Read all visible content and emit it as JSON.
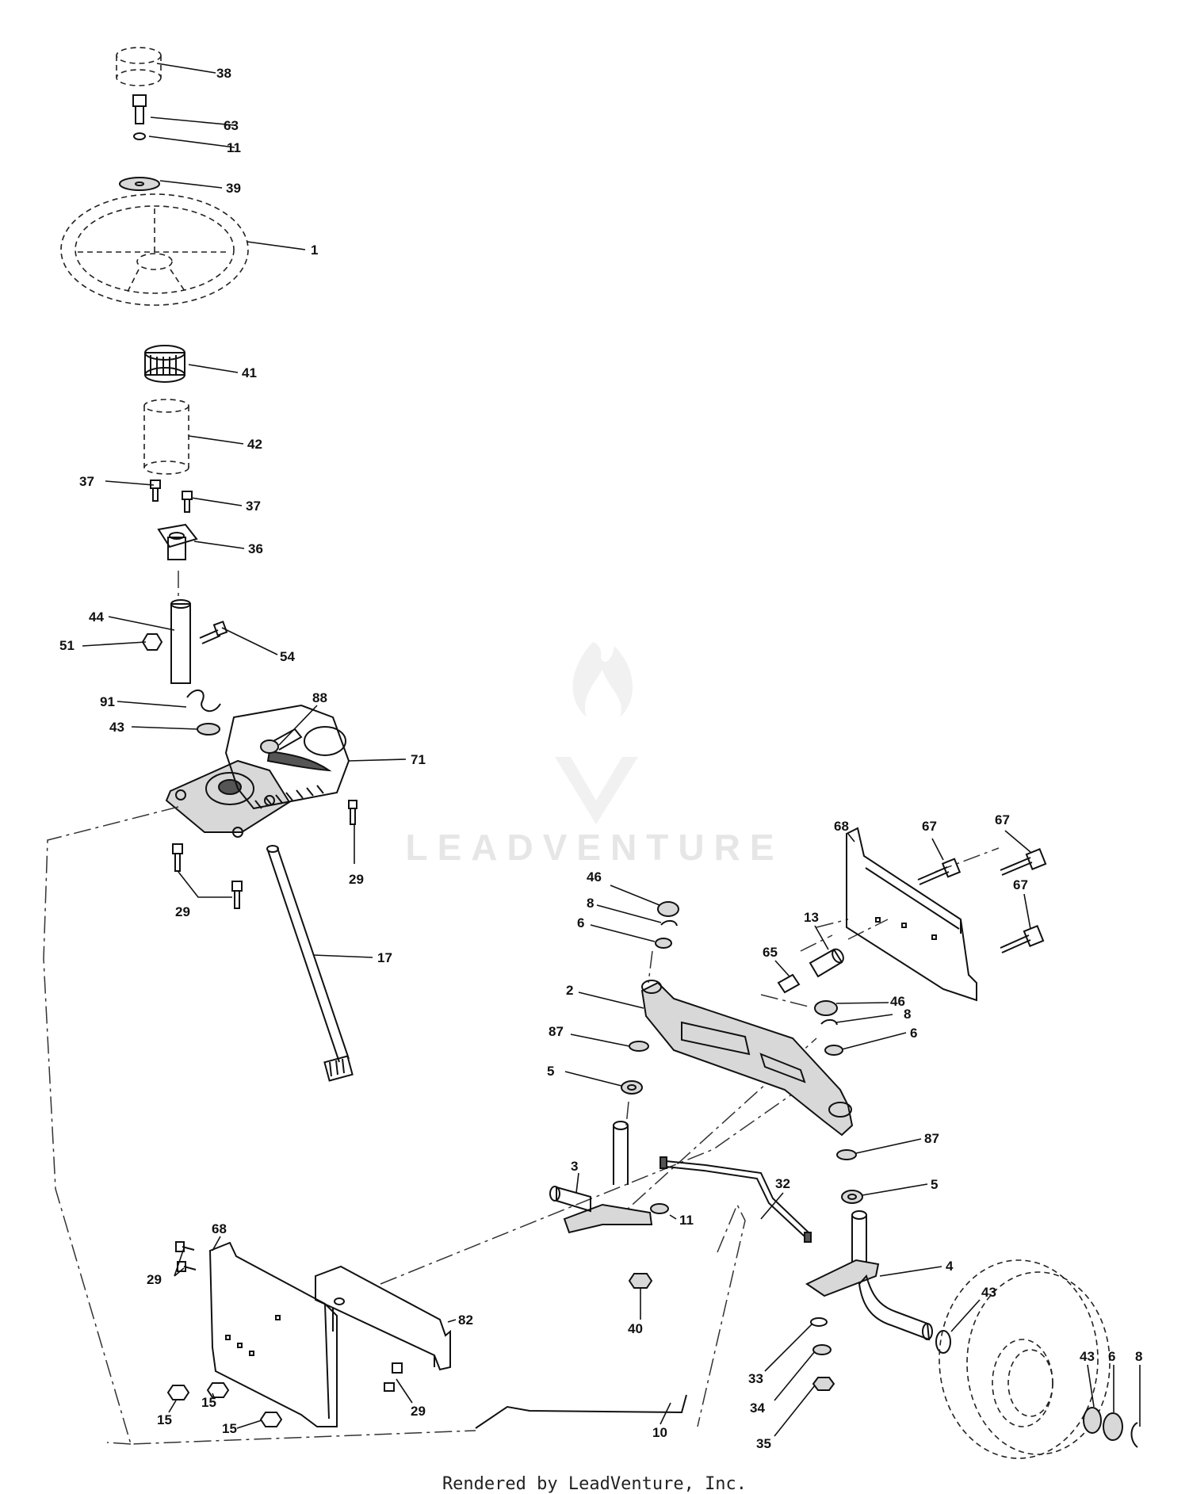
{
  "watermark": {
    "text": "LEADVENTURE"
  },
  "footer": {
    "text": "Rendered by LeadVenture, Inc."
  },
  "callouts": [
    {
      "id": "c38",
      "text": "38"
    },
    {
      "id": "c63",
      "text": "63"
    },
    {
      "id": "c11a",
      "text": "11"
    },
    {
      "id": "c39",
      "text": "39"
    },
    {
      "id": "c1",
      "text": "1"
    },
    {
      "id": "c41",
      "text": "41"
    },
    {
      "id": "c42",
      "text": "42"
    },
    {
      "id": "c37a",
      "text": "37"
    },
    {
      "id": "c37b",
      "text": "37"
    },
    {
      "id": "c36",
      "text": "36"
    },
    {
      "id": "c44",
      "text": "44"
    },
    {
      "id": "c51",
      "text": "51"
    },
    {
      "id": "c54",
      "text": "54"
    },
    {
      "id": "c91",
      "text": "91"
    },
    {
      "id": "c88",
      "text": "88"
    },
    {
      "id": "c43a",
      "text": "43"
    },
    {
      "id": "c71",
      "text": "71"
    },
    {
      "id": "c29a",
      "text": "29"
    },
    {
      "id": "c29b",
      "text": "29"
    },
    {
      "id": "c17",
      "text": "17"
    },
    {
      "id": "c68a",
      "text": "68"
    },
    {
      "id": "c67a",
      "text": "67"
    },
    {
      "id": "c67b",
      "text": "67"
    },
    {
      "id": "c67c",
      "text": "67"
    },
    {
      "id": "c46a",
      "text": "46"
    },
    {
      "id": "c8a",
      "text": "8"
    },
    {
      "id": "c6a",
      "text": "6"
    },
    {
      "id": "c13",
      "text": "13"
    },
    {
      "id": "c65",
      "text": "65"
    },
    {
      "id": "c2",
      "text": "2"
    },
    {
      "id": "c46b",
      "text": "46"
    },
    {
      "id": "c8b",
      "text": "8"
    },
    {
      "id": "c6b",
      "text": "6"
    },
    {
      "id": "c87a",
      "text": "87"
    },
    {
      "id": "c5a",
      "text": "5"
    },
    {
      "id": "c87b",
      "text": "87"
    },
    {
      "id": "c3",
      "text": "3"
    },
    {
      "id": "c32",
      "text": "32"
    },
    {
      "id": "c5b",
      "text": "5"
    },
    {
      "id": "c11b",
      "text": "11"
    },
    {
      "id": "c68b",
      "text": "68"
    },
    {
      "id": "c29c",
      "text": "29"
    },
    {
      "id": "c4",
      "text": "4"
    },
    {
      "id": "c43b",
      "text": "43"
    },
    {
      "id": "c82",
      "text": "82"
    },
    {
      "id": "c40",
      "text": "40"
    },
    {
      "id": "c43c",
      "text": "43"
    },
    {
      "id": "c6c",
      "text": "6"
    },
    {
      "id": "c8c",
      "text": "8"
    },
    {
      "id": "c33",
      "text": "33"
    },
    {
      "id": "c15a",
      "text": "15"
    },
    {
      "id": "c15b",
      "text": "15"
    },
    {
      "id": "c29d",
      "text": "29"
    },
    {
      "id": "c34",
      "text": "34"
    },
    {
      "id": "c15c",
      "text": "15"
    },
    {
      "id": "c10",
      "text": "10"
    },
    {
      "id": "c35",
      "text": "35"
    }
  ]
}
